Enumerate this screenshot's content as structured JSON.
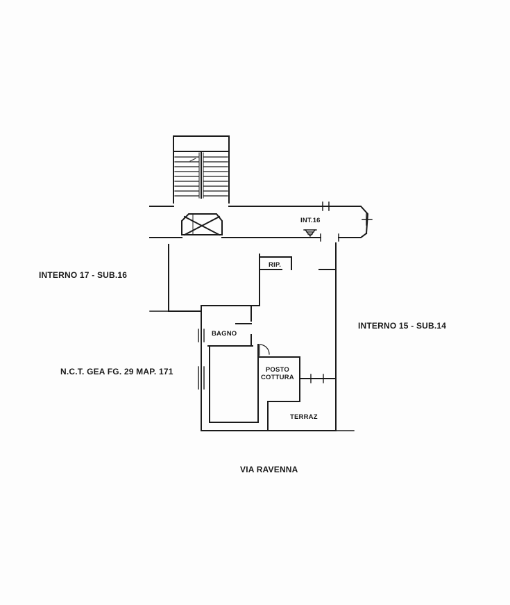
{
  "labels": {
    "interno_17": "INTERNO 17 - SUB.16",
    "interno_15": "INTERNO 15 - SUB.14",
    "nct": "N.C.T. GEA FG. 29 MAP. 171",
    "int_16": "INT.16",
    "rip": "RIP.",
    "bagno": "BAGNO",
    "posto_line1": "POSTO",
    "posto_line2": "COTTURA",
    "terraz": "TERRAZ",
    "street": "VIA RAVENNA"
  },
  "colors": {
    "ink": "#1a1a1a",
    "paper": "#fdfdfd"
  }
}
